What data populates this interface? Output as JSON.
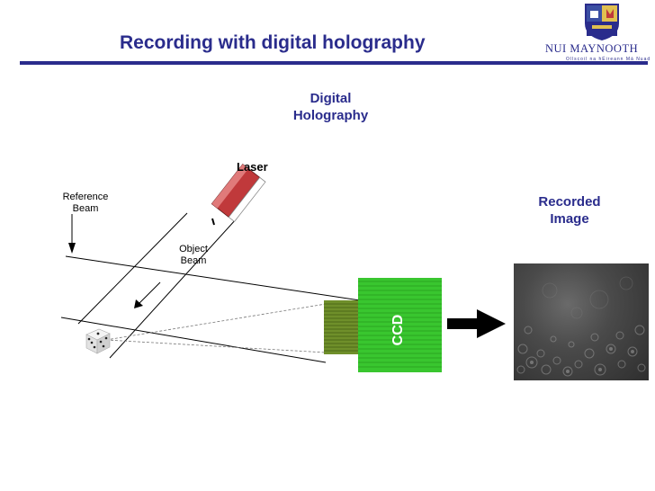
{
  "header": {
    "title": "Recording with digital holography",
    "logo_name": "NUI MAYNOOTH",
    "logo_subtitle": "Ollscoil na hÉireann Má Nuad"
  },
  "diagram": {
    "digital_holography_label_line1": "Digital",
    "digital_holography_label_line2": "Holography",
    "laser_label": "Laser",
    "reference_beam_line1": "Reference",
    "reference_beam_line2": "Beam",
    "object_beam_line1": "Object",
    "object_beam_line2": "Beam",
    "ccd_label": "CCD",
    "recorded_image_line1": "Recorded",
    "recorded_image_line2": "Image"
  },
  "colors": {
    "title": "#2a2c8c",
    "laser": "#c0393b",
    "ccd_green": "#39c62f",
    "ccd_sensor": "#6f8f2a"
  }
}
